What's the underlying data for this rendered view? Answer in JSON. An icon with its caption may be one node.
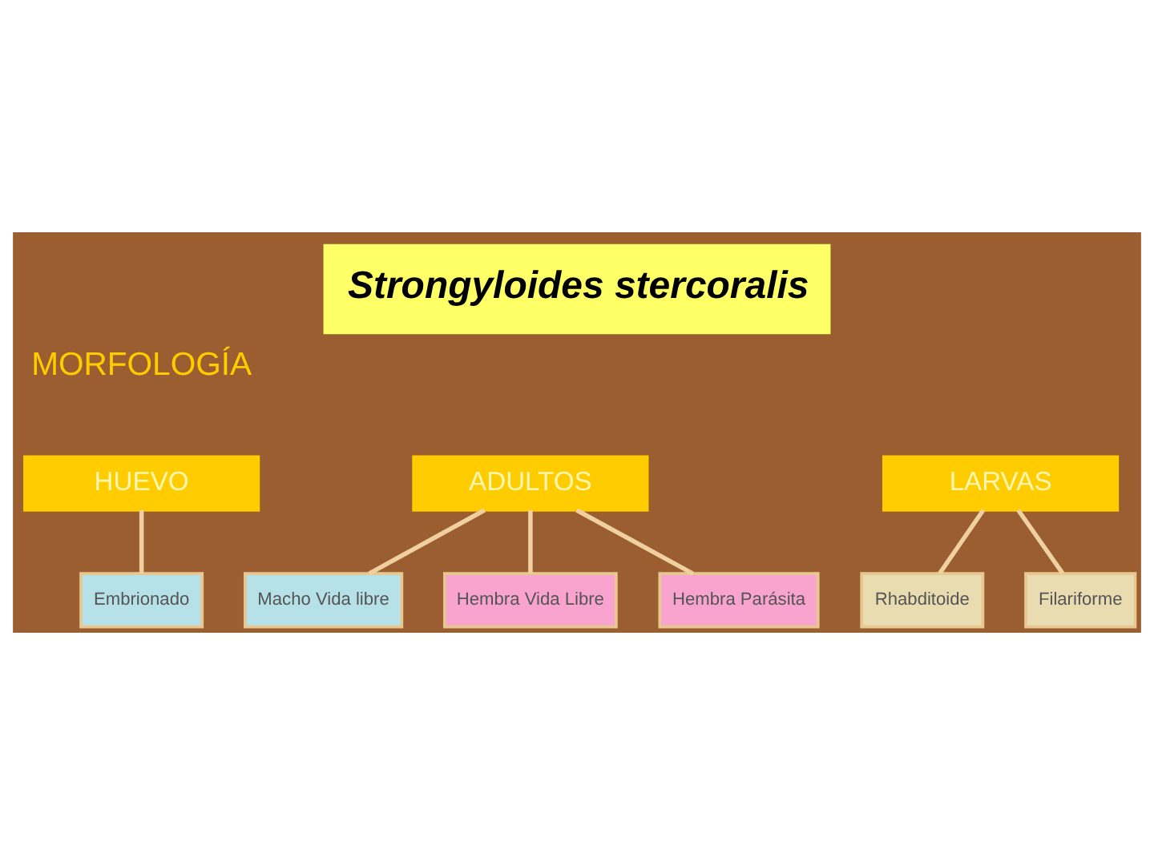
{
  "diagram": {
    "title": "Strongyloides stercoralis",
    "nodes": [
      {
        "text": [
          "ADULTOS"
        ]
      },
      {
        "text": [
          "LARVAS"
        ]
      },
      {
        "text": [
          "HUEVO"
        ]
      },
      {
        "text": [
          "Macho Vida libre"
        ]
      },
      {
        "text": [
          "Hembra Vida Libre"
        ]
      },
      {
        "text": [
          "Hembra Parásita"
        ]
      },
      {
        "text": [
          "Rhabditoide"
        ]
      },
      {
        "text": [
          "Filariforme"
        ]
      },
      {
        "text": [
          "Embrionado"
        ]
      }
    ],
    "edges": [
      {
        "from": 0,
        "to": 3,
        "arrow": "none"
      },
      {
        "from": 0,
        "to": 4,
        "arrow": "none"
      },
      {
        "from": 0,
        "to": 5,
        "arrow": "none"
      },
      {
        "from": 1,
        "to": 6,
        "arrow": "none"
      },
      {
        "from": 1,
        "to": 7,
        "arrow": "none"
      },
      {
        "from": 2,
        "to": 8,
        "arrow": "none"
      }
    ],
    "labels": [
      "MORFOLOGÍA"
    ]
  }
}
